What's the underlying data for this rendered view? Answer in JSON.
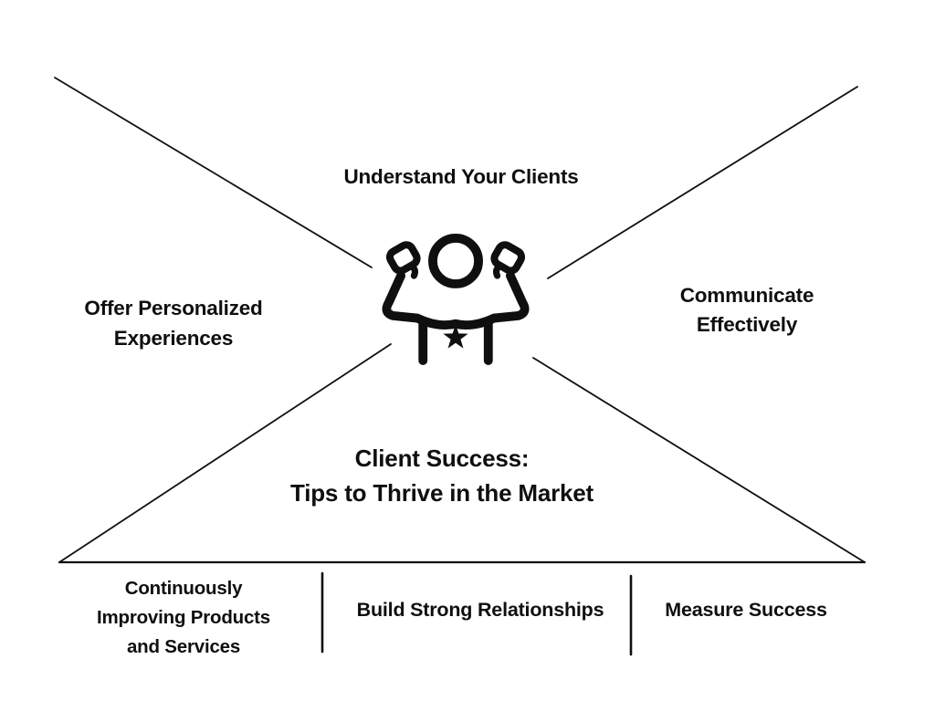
{
  "page": {
    "background": "#ffffff",
    "ink": "#0f0f0f"
  },
  "center": {
    "icon": "flexing-person-with-star",
    "title": {
      "line1": "Client Success:",
      "line2": "Tips to Thrive in the Market"
    }
  },
  "tips": {
    "top": {
      "label": "Understand Your Clients"
    },
    "left": {
      "line1": "Offer Personalized",
      "line2": "Experiences"
    },
    "right": {
      "line1": "Communicate",
      "line2": "Effectively"
    },
    "bottom_left": {
      "line1": "Continuously",
      "line2": "Improving Products",
      "line3": "and Services"
    },
    "bottom_center": {
      "label": "Build Strong Relationships"
    },
    "bottom_right": {
      "label": "Measure Success"
    }
  }
}
